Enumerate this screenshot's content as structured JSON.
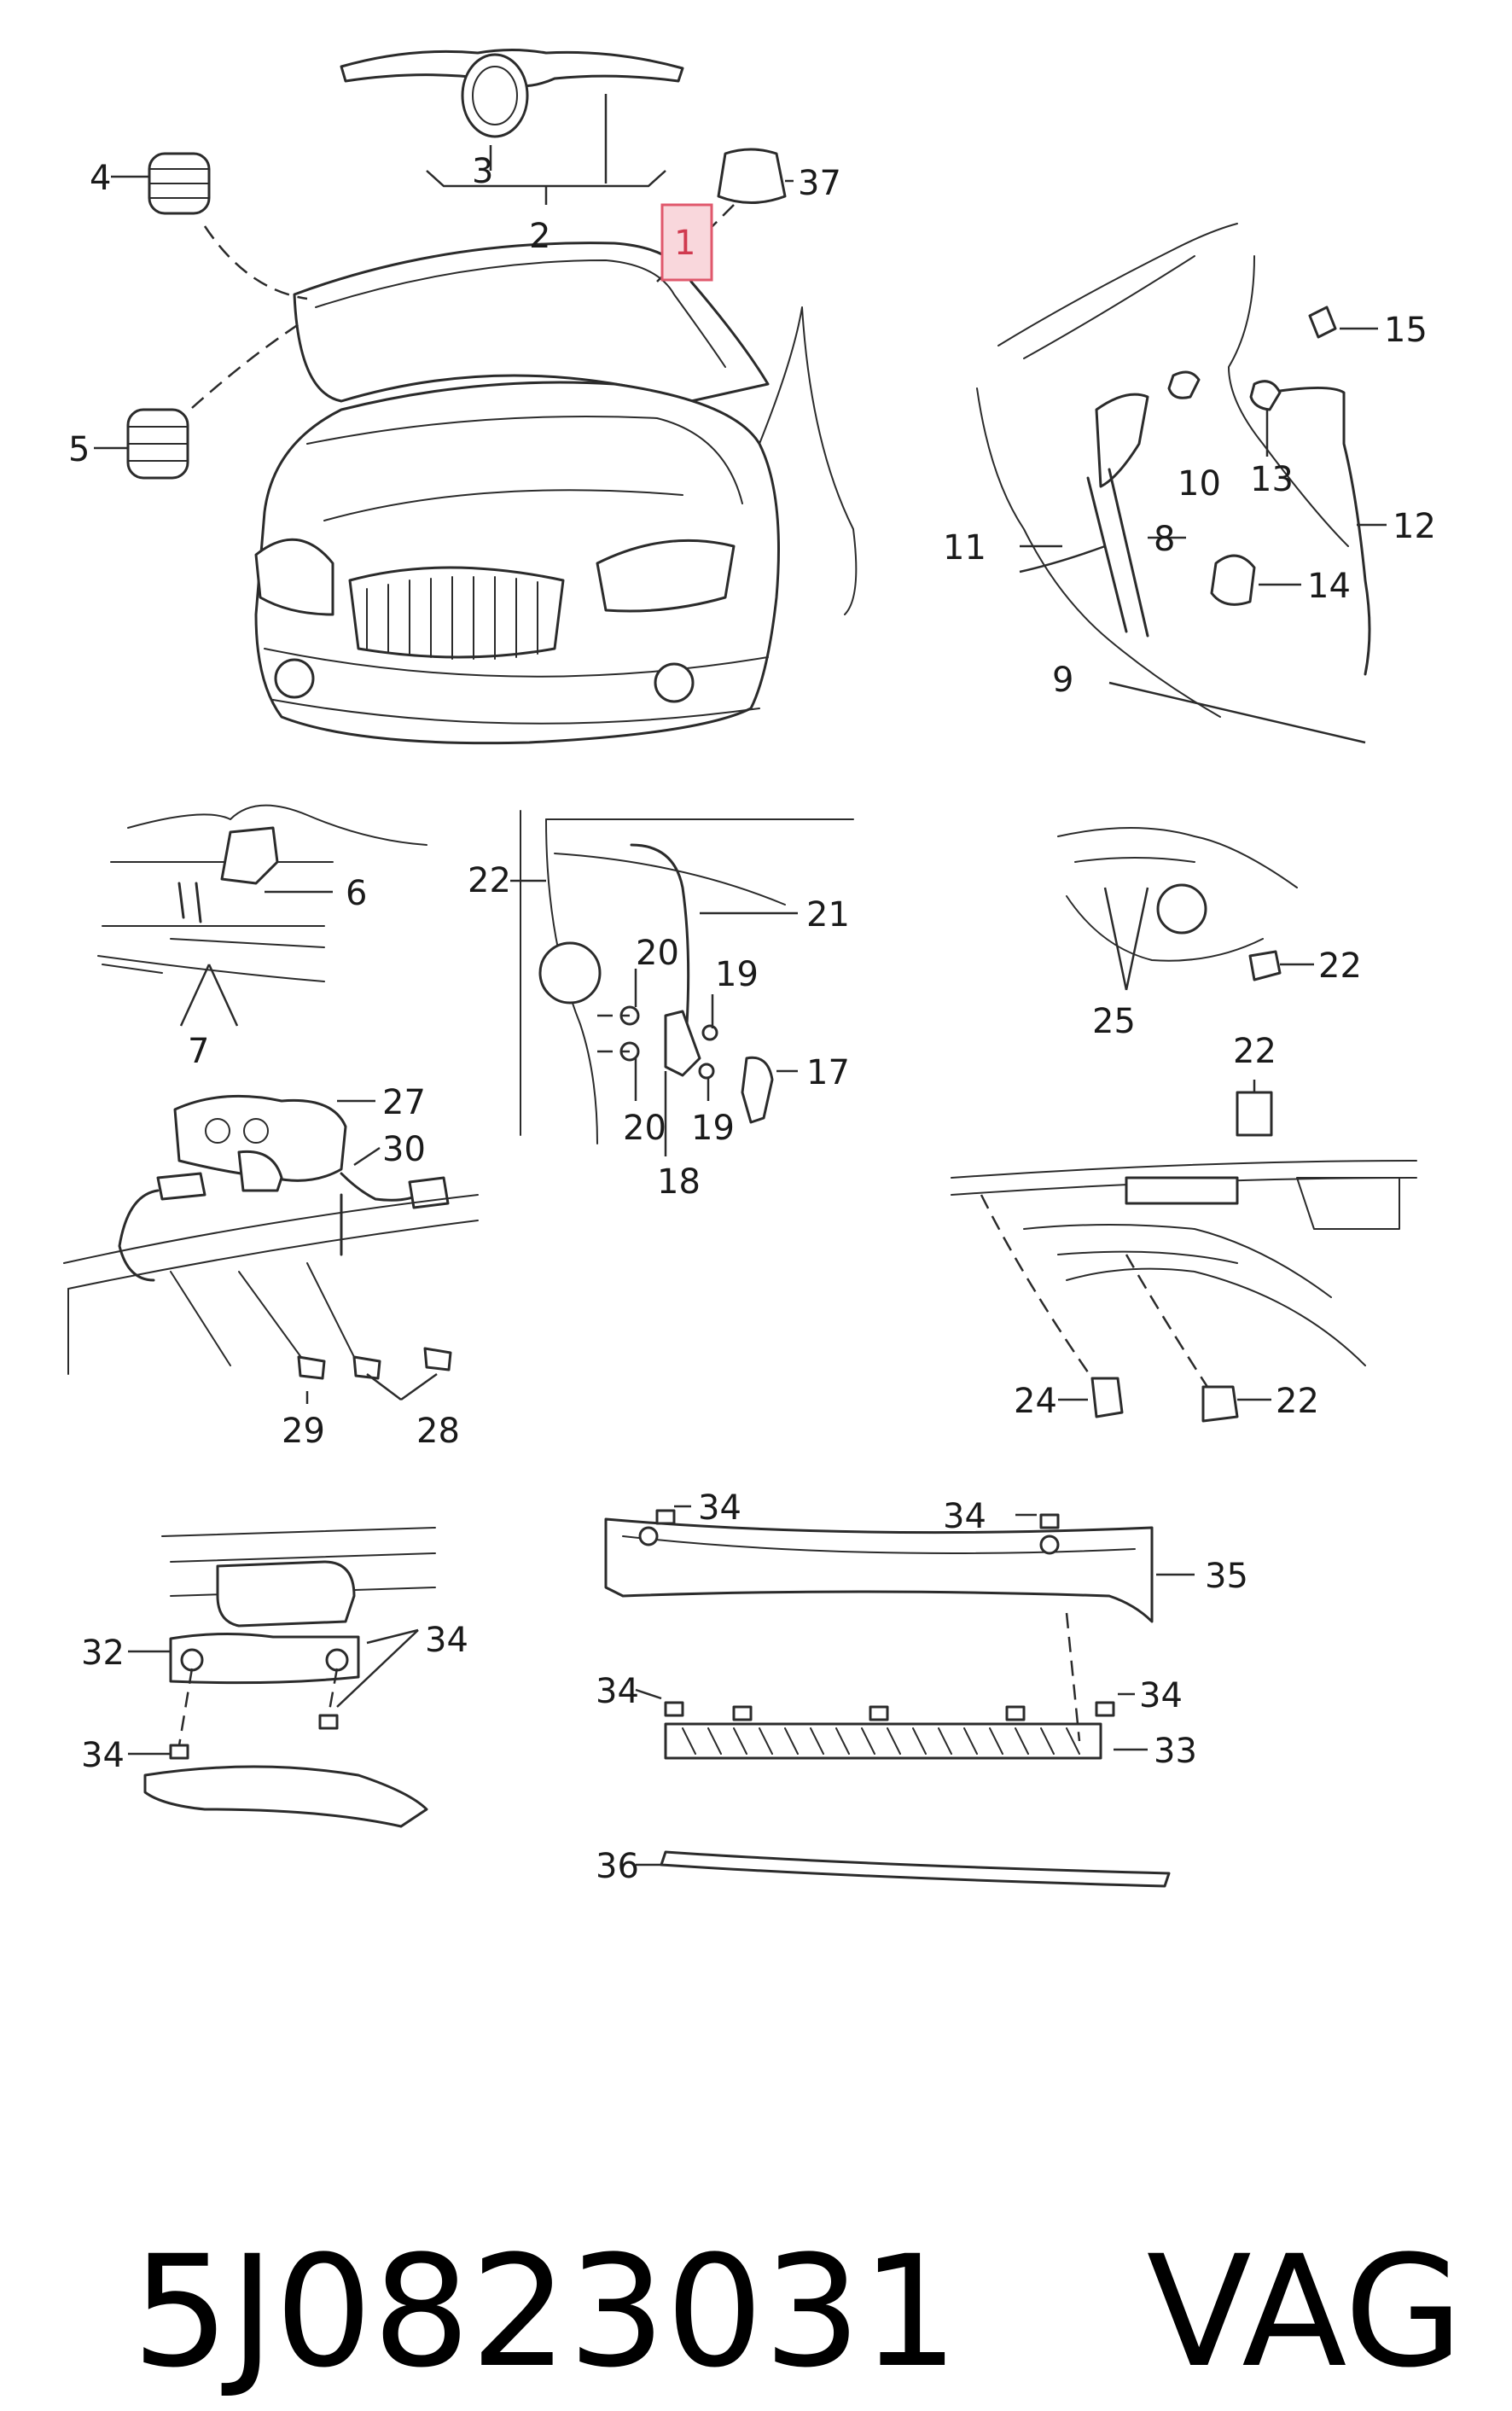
{
  "callouts": [
    {
      "id": "c1",
      "label": "1",
      "highlighted": true
    },
    {
      "id": "c2",
      "label": "2"
    },
    {
      "id": "c3",
      "label": "3"
    },
    {
      "id": "c4",
      "label": "4"
    },
    {
      "id": "c5",
      "label": "5"
    },
    {
      "id": "c6",
      "label": "6"
    },
    {
      "id": "c7",
      "label": "7"
    },
    {
      "id": "c8",
      "label": "8"
    },
    {
      "id": "c9",
      "label": "9"
    },
    {
      "id": "c10",
      "label": "10"
    },
    {
      "id": "c11",
      "label": "11"
    },
    {
      "id": "c12",
      "label": "12"
    },
    {
      "id": "c13",
      "label": "13"
    },
    {
      "id": "c14",
      "label": "14"
    },
    {
      "id": "c15",
      "label": "15"
    },
    {
      "id": "c17",
      "label": "17"
    },
    {
      "id": "c18",
      "label": "18"
    },
    {
      "id": "c19a",
      "label": "19"
    },
    {
      "id": "c19b",
      "label": "19"
    },
    {
      "id": "c20a",
      "label": "20"
    },
    {
      "id": "c20b",
      "label": "20"
    },
    {
      "id": "c21",
      "label": "21"
    },
    {
      "id": "c22a",
      "label": "22"
    },
    {
      "id": "c22b",
      "label": "22"
    },
    {
      "id": "c22c",
      "label": "22"
    },
    {
      "id": "c22d",
      "label": "22"
    },
    {
      "id": "c24",
      "label": "24"
    },
    {
      "id": "c25",
      "label": "25"
    },
    {
      "id": "c27",
      "label": "27"
    },
    {
      "id": "c28",
      "label": "28"
    },
    {
      "id": "c29",
      "label": "29"
    },
    {
      "id": "c30",
      "label": "30"
    },
    {
      "id": "c32",
      "label": "32"
    },
    {
      "id": "c33",
      "label": "33"
    },
    {
      "id": "c34a",
      "label": "34"
    },
    {
      "id": "c34b",
      "label": "34"
    },
    {
      "id": "c34c",
      "label": "34"
    },
    {
      "id": "c34d",
      "label": "34"
    },
    {
      "id": "c34e",
      "label": "34"
    },
    {
      "id": "c34f",
      "label": "34"
    },
    {
      "id": "c35",
      "label": "35"
    },
    {
      "id": "c36",
      "label": "36"
    },
    {
      "id": "c37",
      "label": "37"
    }
  ],
  "footer": {
    "part_number": "5J0823031",
    "brand": "VAG"
  },
  "colors": {
    "line": "#2b2b2b",
    "highlight_fill": "#f9d7dc",
    "highlight_stroke": "#e0586c"
  }
}
